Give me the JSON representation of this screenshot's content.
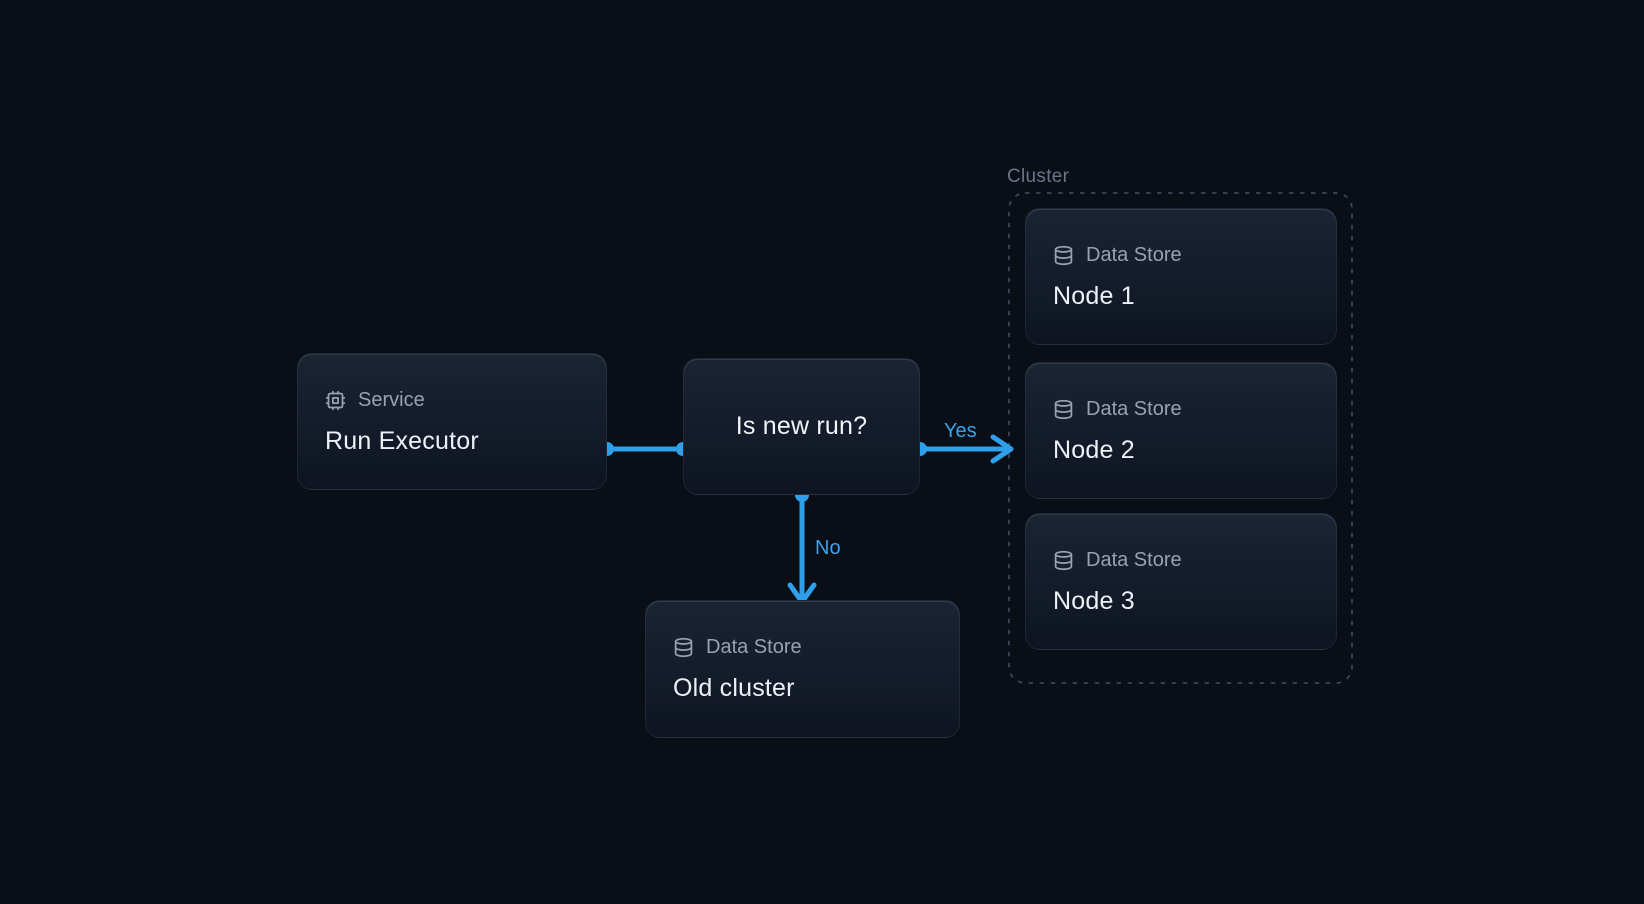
{
  "canvas": {
    "background_color": "#0A0E17",
    "accent_color": "#2E9FE9"
  },
  "nodes": {
    "service": {
      "type_label": "Service",
      "title": "Run Executor",
      "icon": "cpu-icon"
    },
    "decision": {
      "question": "Is new run?"
    },
    "old_cluster": {
      "type_label": "Data Store",
      "title": "Old cluster",
      "icon": "database-icon"
    },
    "cluster_group": {
      "label": "Cluster",
      "children": [
        {
          "type_label": "Data Store",
          "title": "Node 1",
          "icon": "database-icon"
        },
        {
          "type_label": "Data Store",
          "title": "Node 2",
          "icon": "database-icon"
        },
        {
          "type_label": "Data Store",
          "title": "Node 3",
          "icon": "database-icon"
        }
      ]
    }
  },
  "edges": {
    "decision_to_cluster": {
      "label": "Yes"
    },
    "decision_to_old_cluster": {
      "label": "No"
    }
  }
}
